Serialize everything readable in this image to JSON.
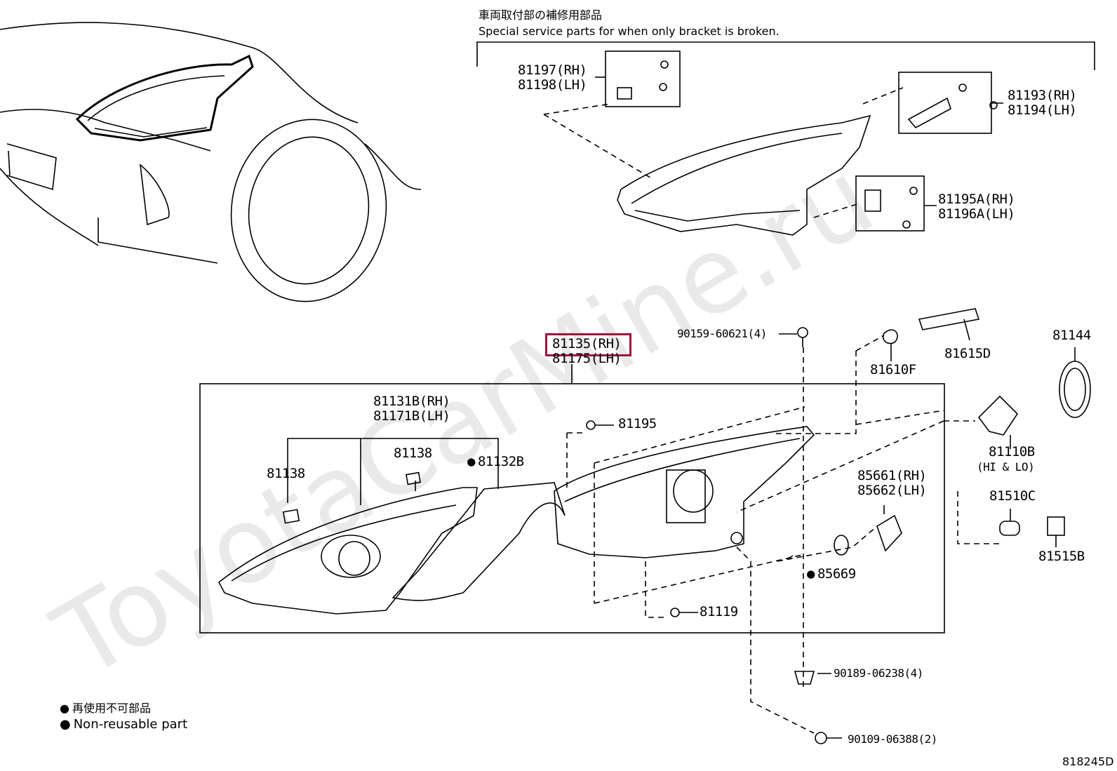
{
  "header": {
    "jp": "車両取付部の補修用部品",
    "en": "Special service parts for when only bracket is broken."
  },
  "bracket_parts": {
    "p81197": "81197(RH)",
    "p81198": "81198(LH)",
    "p81193": "81193(RH)",
    "p81194": "81194(LH)",
    "p81195A": "81195A(RH)",
    "p81196A": "81196A(LH)"
  },
  "assembly": {
    "rh": "81135(RH)",
    "lh": "81175(LH)",
    "highlight_color": "#a0143c"
  },
  "parts": {
    "p81131B": "81131B(RH)",
    "p81171B": "81171B(LH)",
    "p81138a": "81138",
    "p81138b": "81138",
    "p81132B": "81132B",
    "p81195": "81195",
    "p81119": "81119",
    "p85669": "85669",
    "p85661": "85661(RH)",
    "p85662": "85662(LH)",
    "p90159": "90159-60621(4)",
    "p81610F": "81610F",
    "p81615D": "81615D",
    "p81144": "81144",
    "p81110B": "81110B",
    "p81110B_note": "(HI & LO)",
    "p81510C": "81510C",
    "p81515B": "81515B",
    "p90189": "90189-06238(4)",
    "p90109": "90109-06388(2)"
  },
  "legend": {
    "jp": "再使用不可部品",
    "en": "Non-reusable part"
  },
  "diagram_id": "818245D",
  "watermark": "ToyotaCarMine.ru"
}
